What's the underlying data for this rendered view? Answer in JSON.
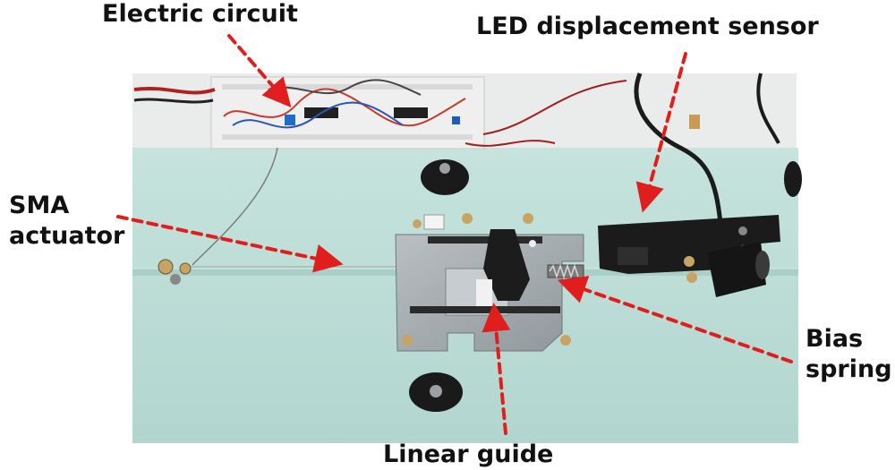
{
  "labels": {
    "electric_circuit": "Electric circuit",
    "led_sensor": "LED displacement sensor",
    "sma_actuator": [
      "SMA",
      "actuator"
    ],
    "bias_spring": [
      "Bias",
      "spring"
    ],
    "linear_guide": "Linear guide"
  },
  "colors": {
    "arrow": "#e01e1e",
    "table_glass": "#bcdcd6",
    "background": "#ffffff"
  },
  "objects": [
    "breadboard-circuit",
    "sma-wire",
    "led-sensor-block",
    "linear-guide-stage",
    "bias-spring",
    "rubber-feet"
  ]
}
